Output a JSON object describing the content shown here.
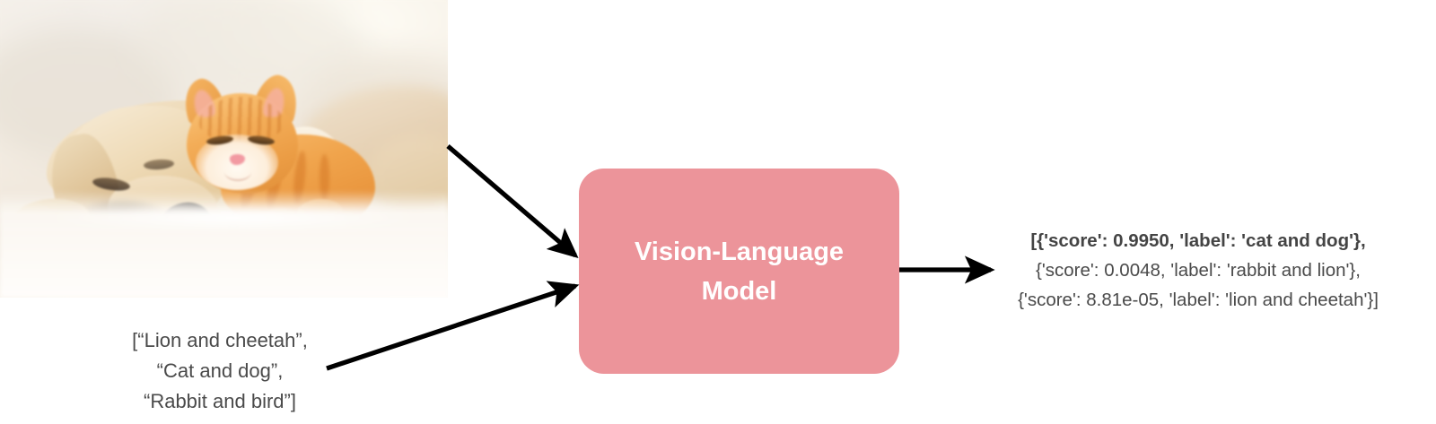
{
  "diagram": {
    "title": "Vision-Language Model zero-shot classification flow",
    "background_color": "#ffffff",
    "text_color": "#4a4a4a",
    "accent_color": "#ec949a"
  },
  "image_input": {
    "alt": "Sleeping cream-colored puppy with an orange tabby kitten resting against it on a white fluffy blanket",
    "subjects": [
      "puppy",
      "kitten"
    ]
  },
  "text_input": {
    "lines": "[“Lion and cheetah”,\n“Cat and dog”,\n“Rabbit and bird”]",
    "candidate_labels": [
      "Lion and cheetah",
      "Cat and dog",
      "Rabbit and bird"
    ]
  },
  "model": {
    "label": "Vision-Language\nModel",
    "fill_color": "#ec949a",
    "text_color": "#ffffff"
  },
  "output": {
    "lines": [
      "[{'score': 0.9950, 'label': 'cat and dog'},",
      "{'score': 0.0048, 'label': 'rabbit and lion'},",
      "{'score': 8.81e-05, 'label': 'lion and cheetah'}]"
    ],
    "predictions": [
      {
        "score": "0.9950",
        "label": "cat and dog"
      },
      {
        "score": "0.0048",
        "label": "rabbit and lion"
      },
      {
        "score": "8.81e-05",
        "label": "lion and cheetah"
      }
    ]
  },
  "arrows": {
    "image_to_model": "image-input-arrow",
    "text_to_model": "text-input-arrow",
    "model_to_output": "model-output-arrow"
  }
}
